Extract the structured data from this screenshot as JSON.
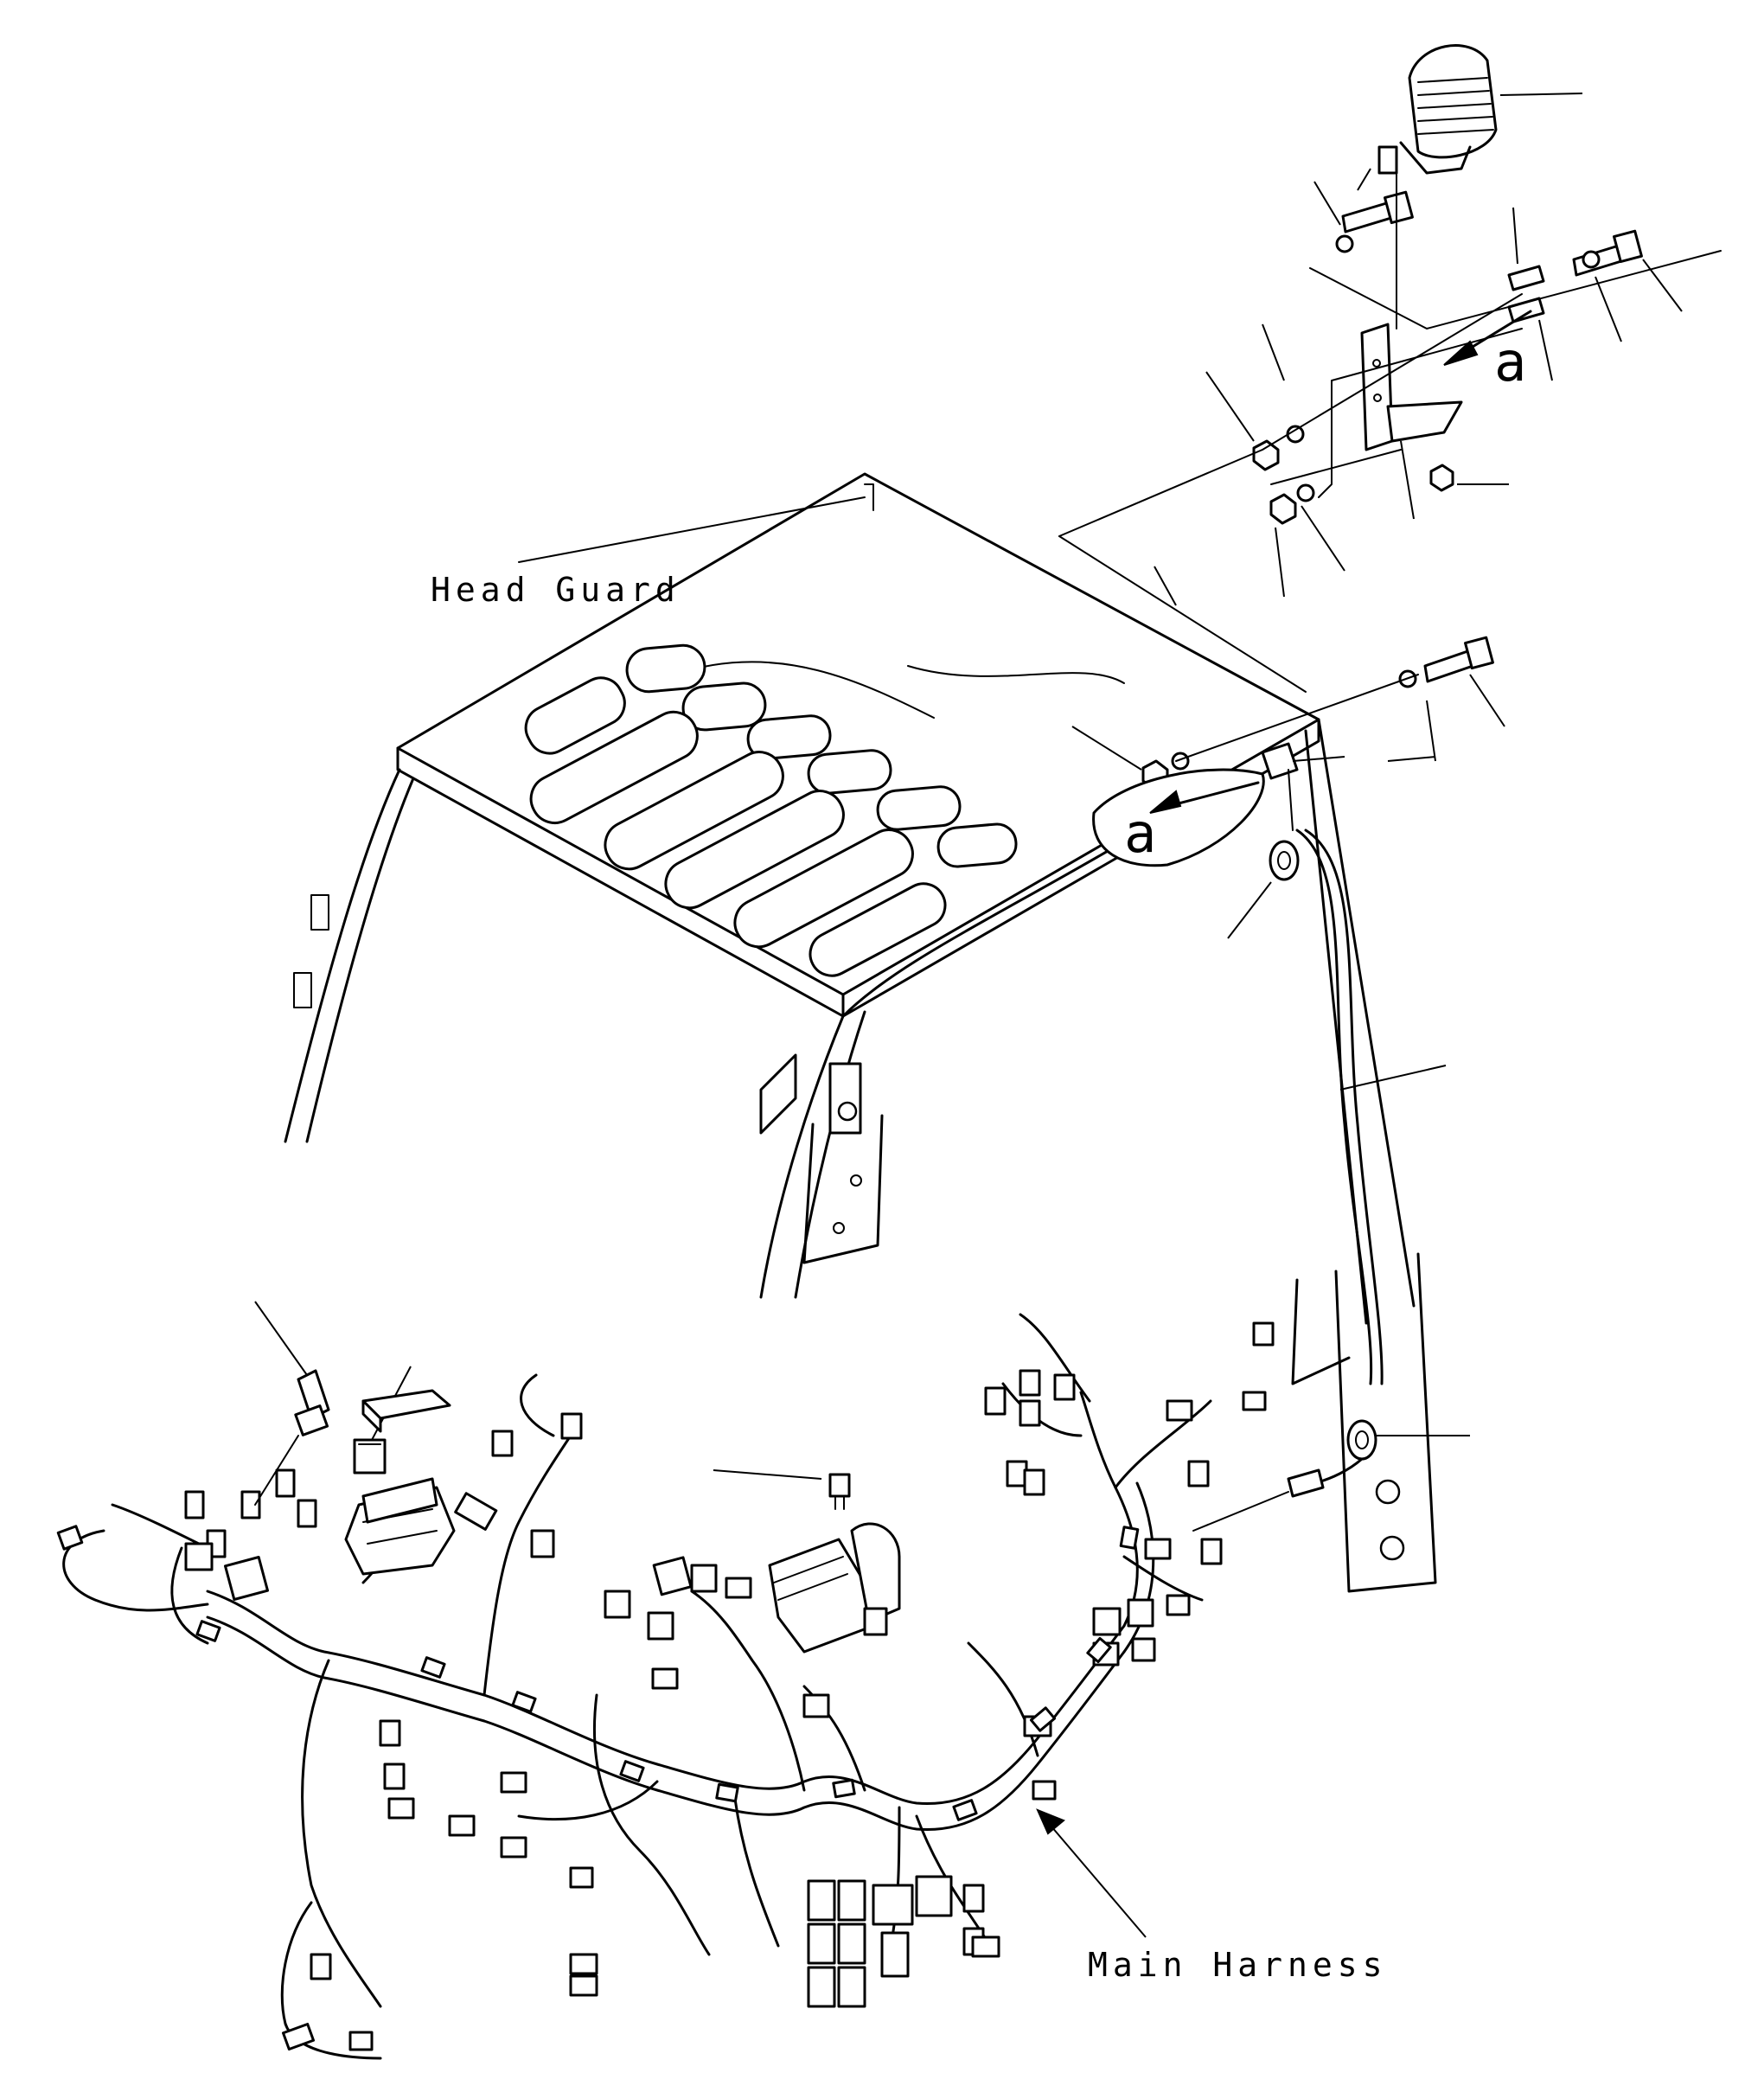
{
  "labels": {
    "head_guard": "Head Guard",
    "main_harness": "Main Harness",
    "view_marker_top": "a",
    "view_marker_bottom": "a"
  },
  "icons": {
    "work_lamp": "work-lamp-icon",
    "bolt": "bolt-icon",
    "nut": "nut-icon",
    "washer": "washer-icon",
    "grommet": "grommet-icon",
    "relay": "relay-icon",
    "fuse": "fuse-icon",
    "connector": "connector-icon"
  },
  "colors": {
    "line": "#000000",
    "background": "#ffffff"
  }
}
